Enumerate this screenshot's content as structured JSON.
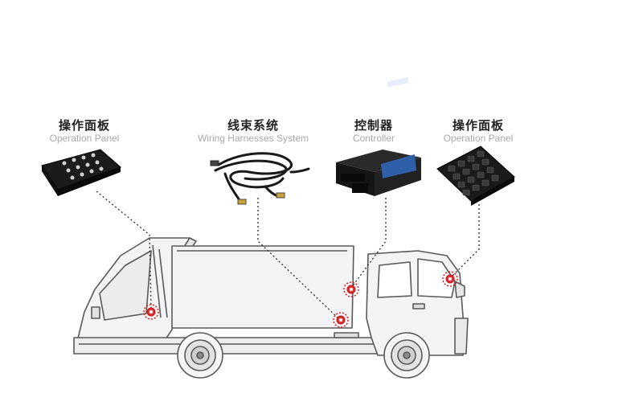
{
  "callouts": [
    {
      "id": "operation-panel-left",
      "cn": "操作面板",
      "en": "Operation Panel"
    },
    {
      "id": "wiring-harness",
      "cn": "线束系统",
      "en": "Wiring Harnesses System"
    },
    {
      "id": "controller",
      "cn": "控制器",
      "en": "Controller"
    },
    {
      "id": "operation-panel-right",
      "cn": "操作面板",
      "en": "Operation Panel"
    }
  ],
  "colors": {
    "marker": "#d9151b",
    "truck_line": "#5a5a5a",
    "truck_fill": "#f2f2f2",
    "leader": "#2b2b2b"
  },
  "icons": [
    "operation-panel-left-icon",
    "wiring-harness-icon",
    "controller-icon",
    "operation-panel-right-icon",
    "garbage-truck-icon",
    "location-marker-icon"
  ]
}
